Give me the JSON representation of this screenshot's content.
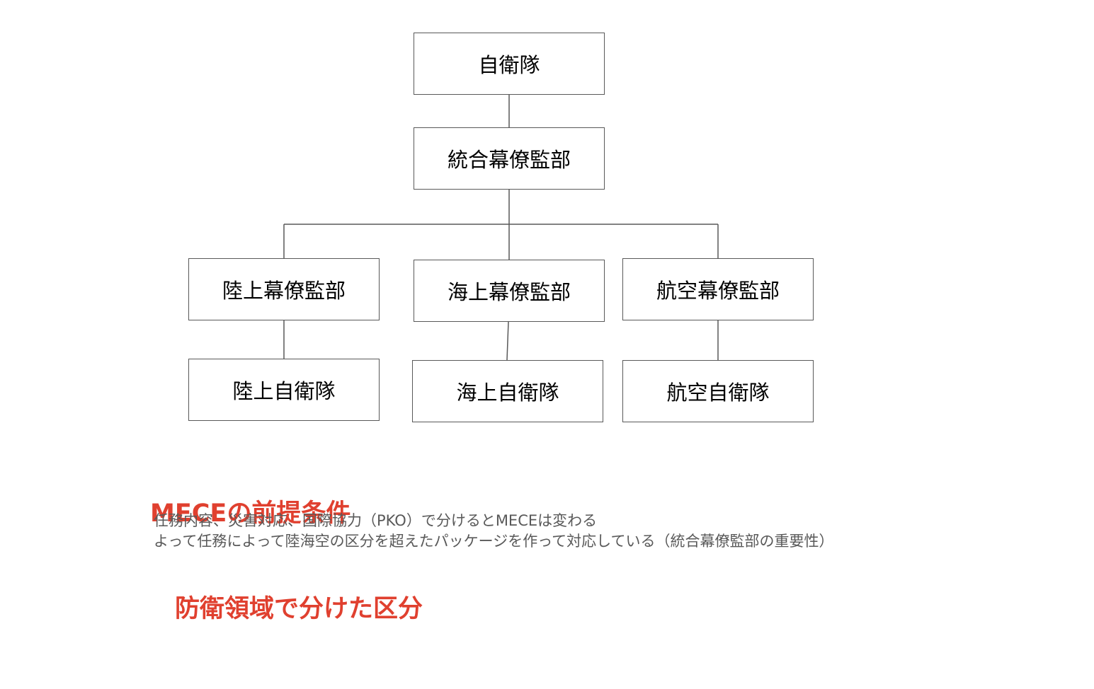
{
  "diagram": {
    "nodes": {
      "jsdf": "自衛隊",
      "joint_staff": "統合幕僚監部",
      "ground_staff": "陸上幕僚監部",
      "maritime_staff": "海上幕僚監部",
      "air_staff": "航空幕僚監部",
      "gsdf": "陸上自衛隊",
      "msdf": "海上自衛隊",
      "asdf": "航空自衛隊"
    }
  },
  "annotation": {
    "title_line1": "MECEの前提条件",
    "title_line2": "　防衛領域で分けた区分",
    "title_color": "#e0402f",
    "note_line1": "任務内容、災害対応、国際協力（PKO）で分けるとMECEは変わる",
    "note_line2": "よって任務によって陸海空の区分を超えたパッケージを作って対応している（統合幕僚監部の重要性）"
  }
}
